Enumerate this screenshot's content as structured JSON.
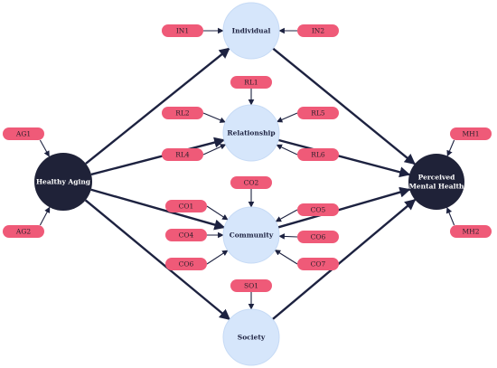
{
  "constructs": {
    "healthy_aging": "Healthy Aging",
    "individual": "Individual",
    "relationship": "Relationship",
    "community": "Community",
    "society": "Society",
    "mental_health": [
      "Perceived",
      "Mental Health"
    ]
  },
  "indicators": {
    "healthy_aging": [
      "AG1",
      "AG2"
    ],
    "individual": [
      "IN1",
      "IN2"
    ],
    "relationship": [
      "RL1",
      "RL2",
      "RL4",
      "RL5",
      "RL6"
    ],
    "community": [
      "CO2",
      "CO1",
      "CO4",
      "CO6",
      "CO5",
      "CO6",
      "CO7"
    ],
    "society": [
      "SO1"
    ],
    "mental_health": [
      "MH1",
      "MH2"
    ]
  },
  "colors": {
    "light_node": "#d6e6fb",
    "dark_node": "#1f2238",
    "indicator": "#ef5a78",
    "arrow": "#1d2240"
  }
}
